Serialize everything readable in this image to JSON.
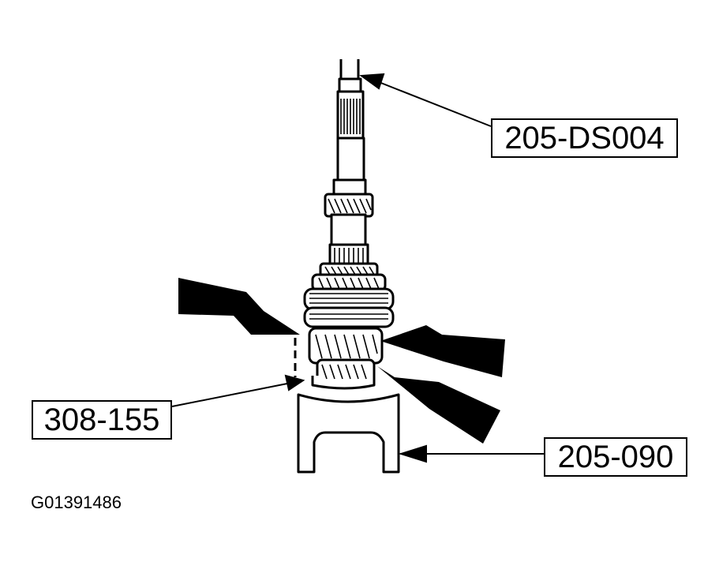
{
  "callouts": {
    "top": "205-DS004",
    "left": "308-155",
    "right": "205-090"
  },
  "figure_id": "G01391486",
  "colors": {
    "ink": "#000000",
    "paper": "#ffffff"
  }
}
